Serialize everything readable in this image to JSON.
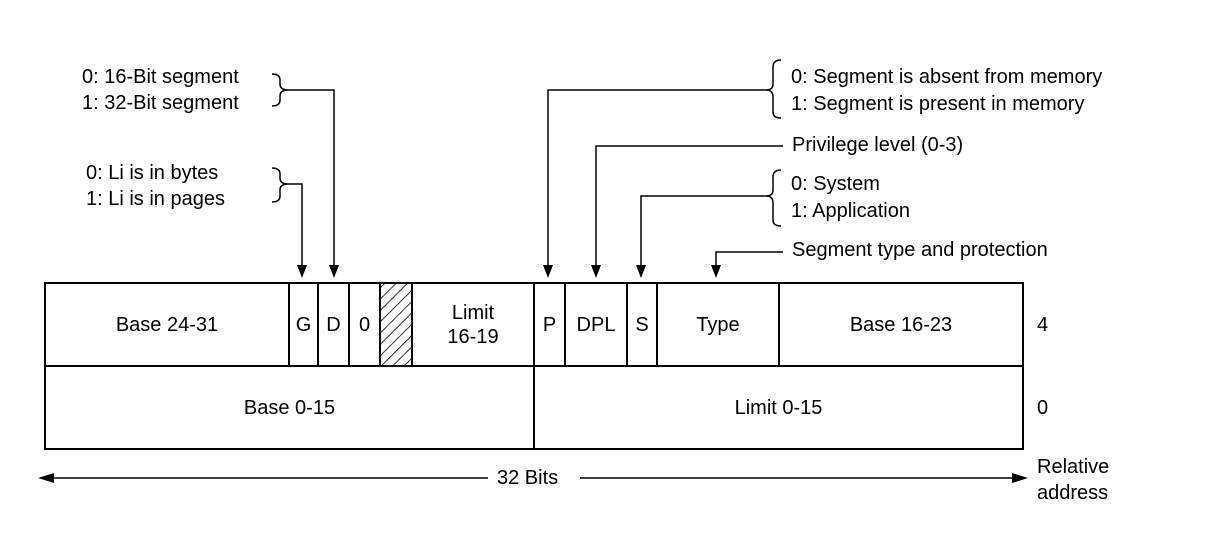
{
  "annotations": {
    "d_bit": {
      "line1": "0: 16-Bit segment",
      "line2": "1: 32-Bit segment"
    },
    "g_bit": {
      "line1": "0: Li is in bytes",
      "line2": "1: Li is in pages"
    },
    "p_bit": {
      "line1": "0: Segment is absent from memory",
      "line2": "1: Segment is present in memory"
    },
    "dpl": {
      "text": "Privilege level (0-3)"
    },
    "s_bit": {
      "line1": "0: System",
      "line2": "1: Application"
    },
    "type": {
      "text": "Segment type and protection"
    }
  },
  "descriptor": {
    "upper_word": {
      "base_24_31": "Base 24-31",
      "g": "G",
      "d": "D",
      "zero": "0",
      "limit_16_19_line1": "Limit",
      "limit_16_19_line2": "16-19",
      "p": "P",
      "dpl": "DPL",
      "s": "S",
      "type": "Type",
      "base_16_23": "Base 16-23",
      "offset": "4"
    },
    "lower_word": {
      "base_0_15": "Base 0-15",
      "limit_0_15": "Limit 0-15",
      "offset": "0"
    }
  },
  "width_label": "32 Bits",
  "relative_address_line1": "Relative",
  "relative_address_line2": "address"
}
